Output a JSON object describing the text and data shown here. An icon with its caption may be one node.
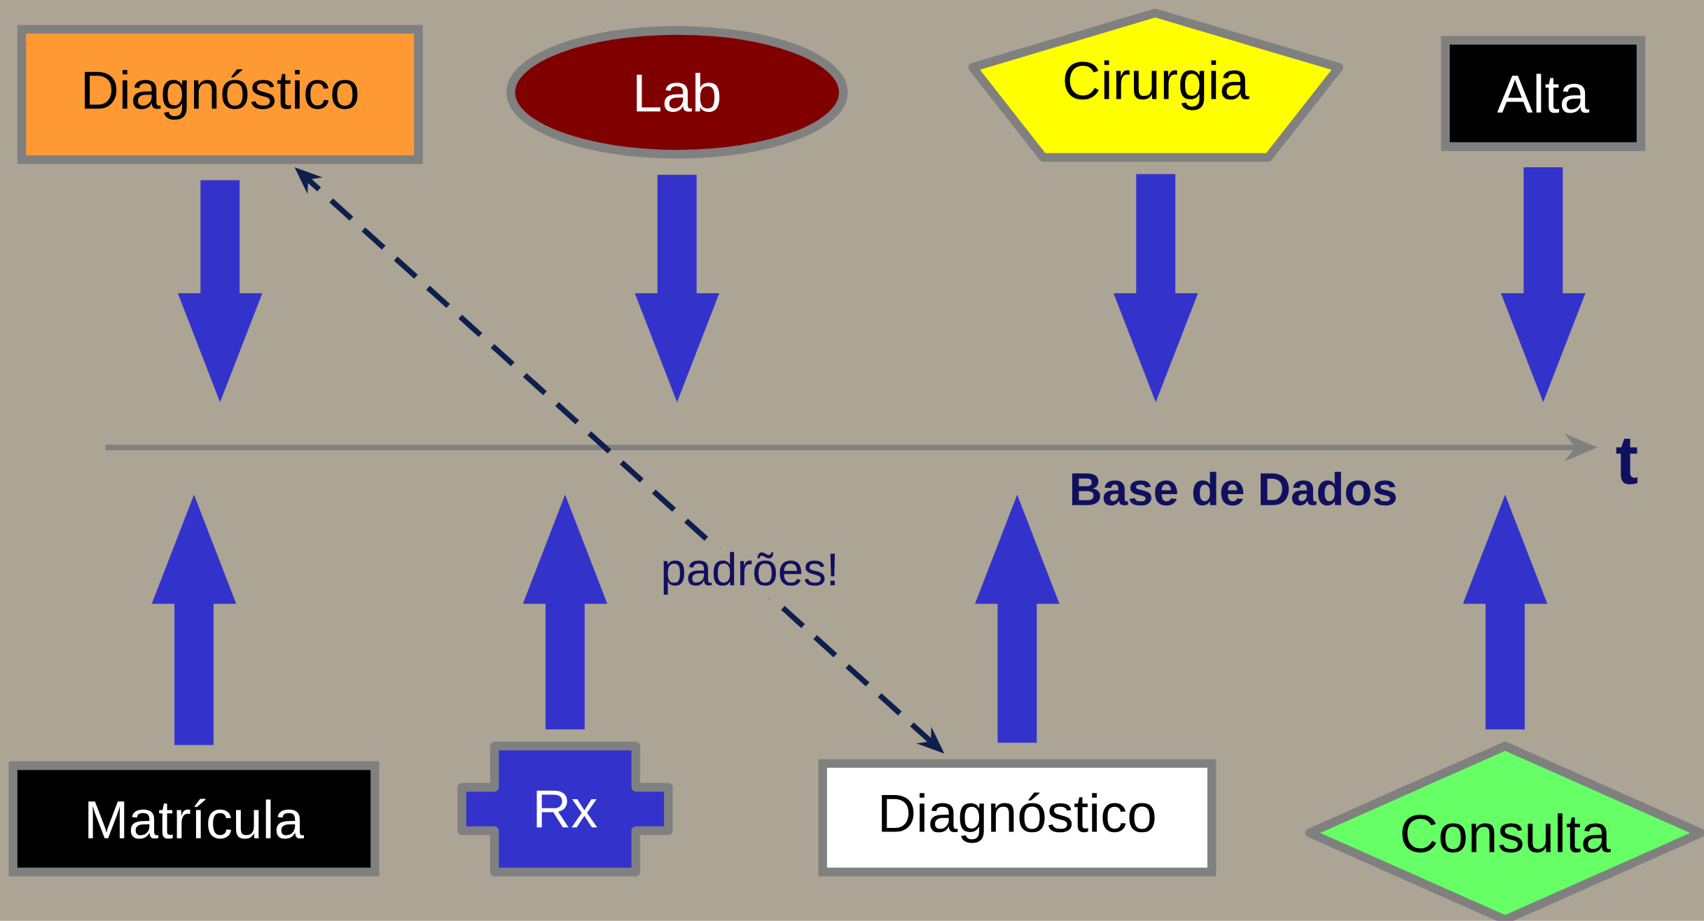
{
  "diagram": {
    "nodes": [
      {
        "text": [
          "Diagnóstico"
        ]
      },
      {
        "text": [
          "Lab"
        ]
      },
      {
        "text": [
          "Cirurgia"
        ]
      },
      {
        "text": [
          "Alta"
        ]
      },
      {
        "text": [
          "Matrícula"
        ]
      },
      {
        "text": [
          "Rx"
        ]
      },
      {
        "text": [
          "Diagnóstico"
        ]
      },
      {
        "text": [
          "Consulta"
        ]
      }
    ],
    "edges": [
      {
        "from": 0,
        "to": null,
        "arrow": "to"
      },
      {
        "from": 1,
        "to": null,
        "arrow": "to"
      },
      {
        "from": 2,
        "to": null,
        "arrow": "to"
      },
      {
        "from": 3,
        "to": null,
        "arrow": "to"
      },
      {
        "from": 4,
        "to": null,
        "arrow": "to"
      },
      {
        "from": 5,
        "to": null,
        "arrow": "to"
      },
      {
        "from": 6,
        "to": null,
        "arrow": "to"
      },
      {
        "from": 7,
        "to": null,
        "arrow": "to"
      },
      {
        "from": 6,
        "to": 0,
        "arrow": "both",
        "label": "padrões!",
        "style": "dashed",
        "color": "#0d1f4d"
      }
    ],
    "labels": [
      "t",
      "Base de Dados"
    ]
  }
}
